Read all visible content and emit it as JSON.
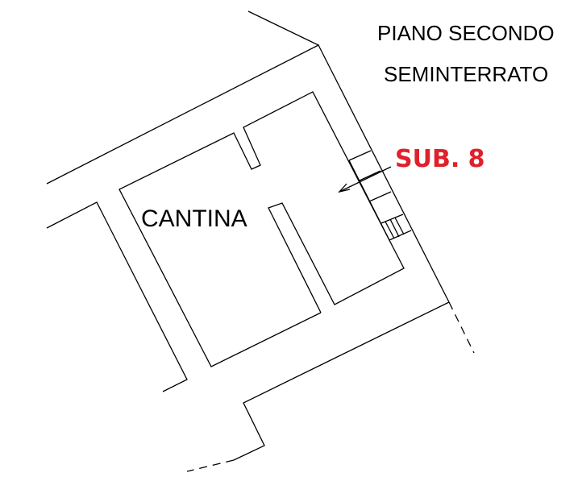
{
  "header": {
    "floor_line1": "PIANO SECONDO",
    "floor_line2": "SEMINTERRATO"
  },
  "unit": {
    "label": "SUB. 8",
    "color": "#e0202a"
  },
  "rooms": [
    {
      "label": "CANTINA"
    }
  ],
  "line_color": "#000000"
}
